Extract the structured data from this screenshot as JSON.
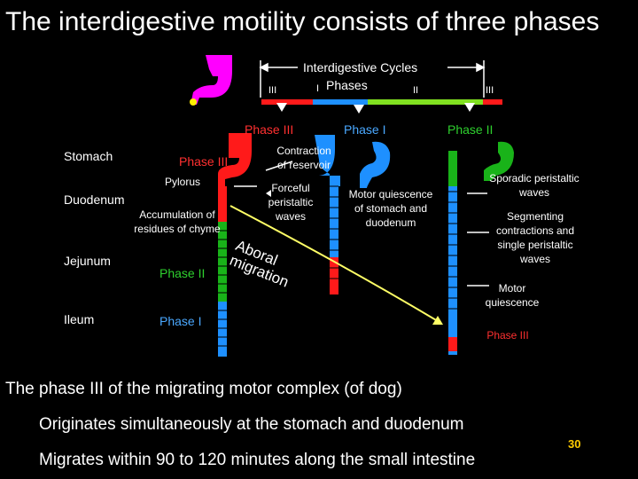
{
  "slide": {
    "title": "The interdigestive motility consists of three phases",
    "cycle_title": "Interdigestive Cycles",
    "cycle_phases": "Phases",
    "roman_III_left": "III",
    "roman_I": "I",
    "roman_II": "II",
    "roman_III_right": "III"
  },
  "left_column": {
    "stomach": "Stomach",
    "duodenum": "Duodenum",
    "jejunum": "Jejunum",
    "ileum": "Ileum",
    "phase3": "Phase III",
    "pylorus": "Pylorus",
    "accumulation": "Accumulation of residues of chyme",
    "phase2": "Phase II",
    "phase1": "Phase I"
  },
  "phase_headers": {
    "phase3": "Phase III",
    "phase1": "Phase I",
    "phase2": "Phase II"
  },
  "annotations": {
    "contraction": "Contraction of reservoir",
    "forceful": "Forceful peristaltic waves",
    "aboral": "Aboral migration",
    "motor_quiescence_stomach": "Motor quiescence of stomach and duodenum",
    "sporadic": "Sporadic peristaltic waves",
    "segmenting": "Segmenting contractions and single peristaltic waves",
    "motor_quiescence": "Motor quiescence",
    "phase3_bottom": "Phase III"
  },
  "bottom_text": {
    "line1": "The phase III of the migrating motor complex (of dog)",
    "line2": "Originates simultaneously at the stomach and duodenum",
    "line3": "Migrates within 90 to 120 minutes along the small intestine",
    "page_number": "30"
  },
  "colors": {
    "phase3": "#ff1a1a",
    "phase1": "#1e90ff",
    "phase2": "#19b319",
    "magenta": "#ff00ff",
    "arrow": "#ffff66"
  }
}
